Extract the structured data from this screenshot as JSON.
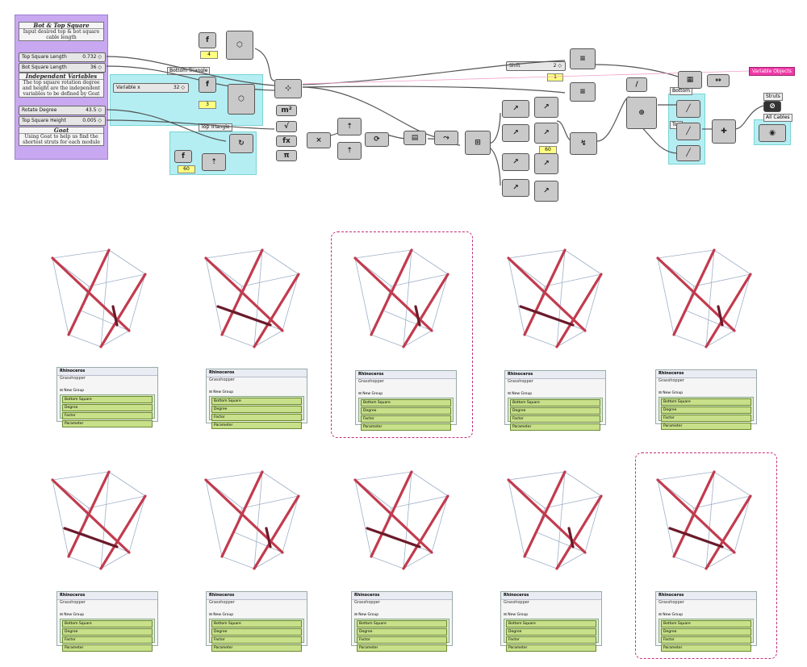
{
  "left_panel": {
    "note1_title": "Bot & Top Square",
    "note1_text": "Input desired top & bot square cable length",
    "slider_top_label": "Top Square Length",
    "slider_top_val": "0.732 ◇",
    "slider_bot_label": "Bot Square Length",
    "slider_bot_val": "36 ◇",
    "note2_title": "Independant Variables",
    "note2_text": "The top square rotation degree and height are the independent variables to be defined by Goat",
    "slider_rot_label": "Rotate Degree",
    "slider_rot_val": "43.5 ◇",
    "slider_h_label": "Top Square Height",
    "slider_h_val": "0.005 ◇",
    "note3_title": "Goat",
    "note3_text": "Using Goat to help us find the shortest struts for each module"
  },
  "canvas": {
    "bottom_triangle": "Bottom Triangle",
    "top_triangle": "Top Triangle",
    "variable_x_label": "Variable x",
    "variable_x_val": "32 ◇",
    "shift_label": "Shift",
    "shift_val": "2 ◇",
    "yellow_4": "4",
    "yellow_3": "3",
    "yellow_60a": "60",
    "yellow_60b": "60",
    "yellow_1": "1",
    "magenta_label": "Variable Objects",
    "struts": "Struts",
    "all_cables": "All Cables",
    "bottom_label": "Bottom",
    "top_label": "Top"
  },
  "rhino_window": {
    "title": "Rhinoceros",
    "subtitle": "Grasshopper",
    "group": "New Group",
    "rows": [
      "Bottom Square",
      "Degree",
      "Factor",
      "Parameter"
    ]
  },
  "modules": [
    {
      "vals": [
        "",
        "",
        "",
        ""
      ]
    },
    {
      "vals": [
        "",
        "",
        "",
        ""
      ]
    },
    {
      "vals": [
        "",
        "",
        "",
        ""
      ]
    },
    {
      "vals": [
        "",
        "",
        "",
        ""
      ]
    },
    {
      "vals": [
        "",
        "",
        "",
        ""
      ]
    },
    {
      "vals": [
        "",
        "",
        "",
        ""
      ]
    },
    {
      "vals": [
        "",
        "",
        "",
        ""
      ]
    },
    {
      "vals": [
        "",
        "",
        "",
        ""
      ]
    },
    {
      "vals": [
        "",
        "",
        "",
        ""
      ]
    },
    {
      "vals": [
        "",
        "",
        "",
        ""
      ]
    }
  ],
  "colors": {
    "strut": "#c23b4e",
    "strut_dark": "#6a1a2a",
    "cable": "#9fb0c8",
    "group": "#a8ecf2",
    "side": "#c8a8f0"
  }
}
